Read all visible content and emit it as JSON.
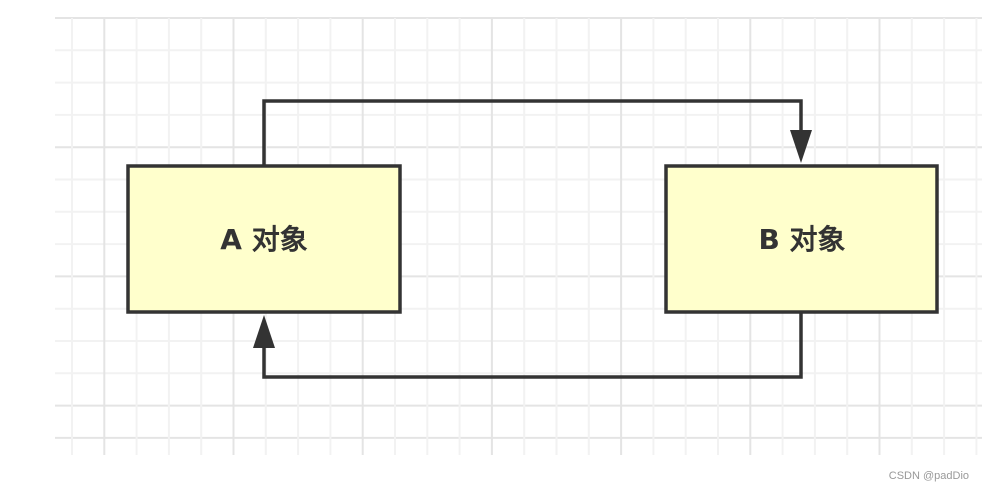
{
  "nodes": [
    {
      "id": "A",
      "label": "A 对象"
    },
    {
      "id": "B",
      "label": "B 对象"
    }
  ],
  "edges": [
    {
      "from": "A",
      "to": "B",
      "route": "top"
    },
    {
      "from": "B",
      "to": "A",
      "route": "bottom"
    }
  ],
  "colors": {
    "node_fill": "#ffffcc",
    "stroke": "#333333",
    "grid_minor": "#f2f2f2",
    "grid_major": "#e4e4e4"
  },
  "watermark": "CSDN @padDio"
}
